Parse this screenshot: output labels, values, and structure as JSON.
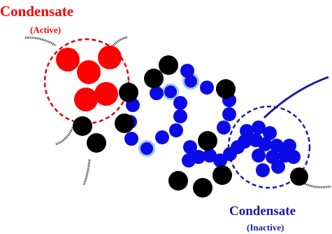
{
  "labels": {
    "active_title": "Condensate",
    "active_subtitle": "(Active)",
    "inactive_title": "Condensate",
    "inactive_subtitle": "(Inactive)"
  },
  "colors": {
    "active": "#ff0000",
    "inactive": "#1a1aa6",
    "black_bead": "#000000",
    "blue_bead": "#0b0be8",
    "red_bead": "#ff0000",
    "halo": "#9cc9f5",
    "tail": "#333333"
  }
}
